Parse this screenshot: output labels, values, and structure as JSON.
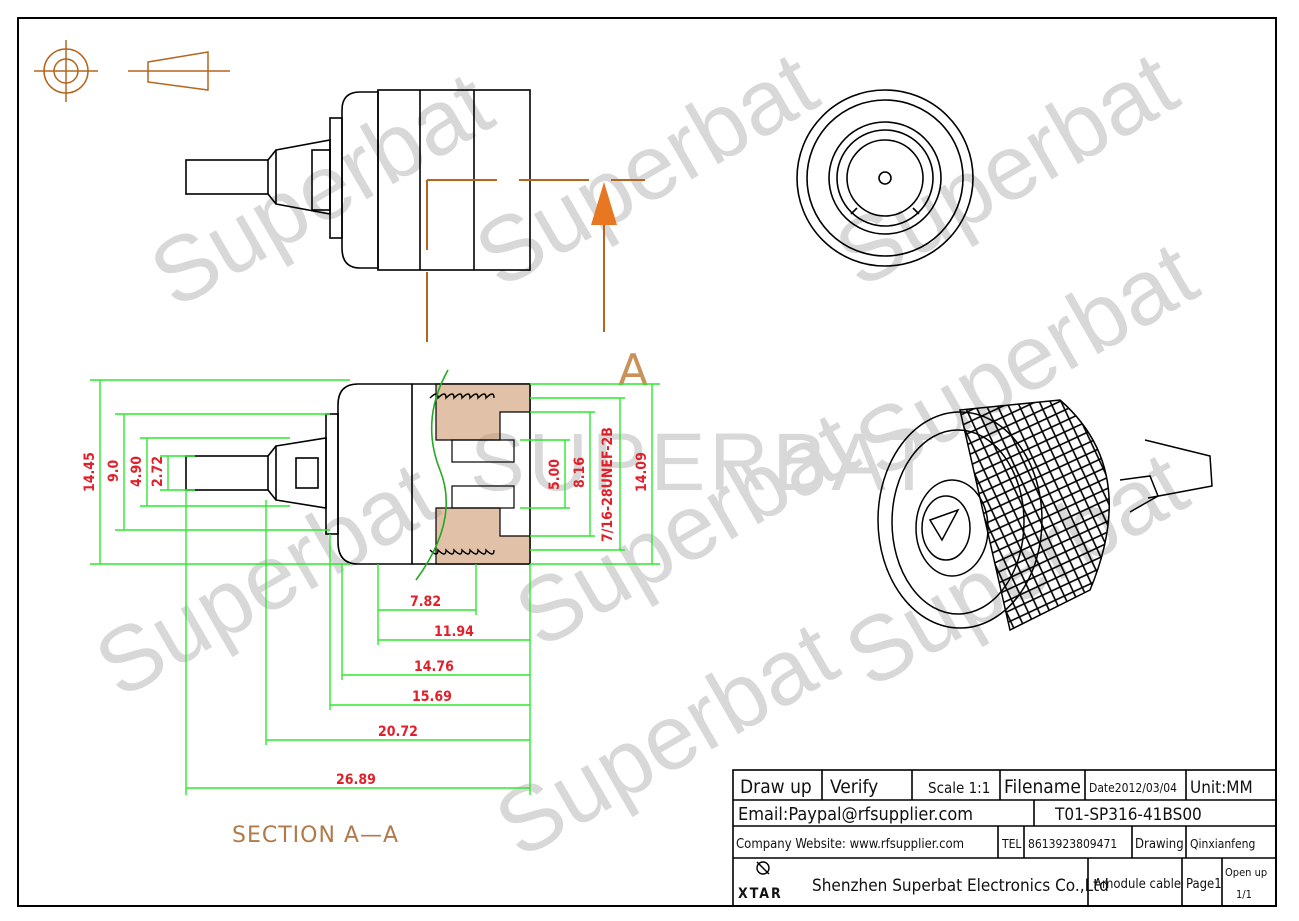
{
  "watermark": {
    "repeat_text": "Superbat",
    "center_text": "SUPERBAT"
  },
  "section": {
    "label": "SECTION A—A",
    "arrow_label": "A"
  },
  "dimensions": {
    "vertical_left": [
      "14.45",
      "9.0",
      "4.90",
      "2.72"
    ],
    "vertical_right": [
      "5.00",
      "8.16",
      "7/16-28UNEF-2B",
      "14.09"
    ],
    "horizontal": [
      "7.82",
      "11.94",
      "14.76",
      "15.69",
      "20.72",
      "26.89"
    ]
  },
  "title_block": {
    "draw_up": "Draw up",
    "verify": "Verify",
    "scale": "Scale 1:1",
    "filename_label": "Filename",
    "date": "Date2012/03/04",
    "unit": "Unit:MM",
    "email": "Email:Paypal@rfsupplier.com",
    "part_no": "T01-SP316-41BS00",
    "website": "Company Website:  www.rfsupplier.com",
    "tel_label": "TEL",
    "tel": "8613923809471",
    "drawing_label": "Drawing",
    "drawer": "Qinxianfeng",
    "logo_text": "XTAR",
    "company": "Shenzhen Superbat Electronics Co.,Ltd",
    "cable": "Amodule cable",
    "page": "Page1",
    "open_up": "Open up",
    "sheet_no": "1/1"
  },
  "colors": {
    "outline": "#000000",
    "dimension_lines": "#2ee82e",
    "dimension_text": "#e0202a",
    "section_marks": "#b5651d"
  }
}
